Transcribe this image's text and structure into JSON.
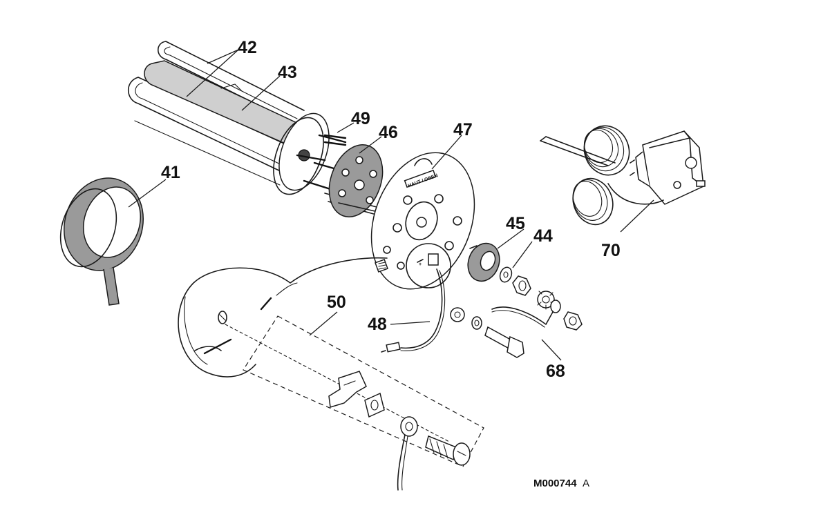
{
  "callouts": {
    "c41": "41",
    "c42": "42",
    "c43": "43",
    "c44": "44",
    "c45": "45",
    "c46": "46",
    "c47": "47",
    "c48": "48",
    "c49": "49",
    "c50": "50",
    "c68": "68",
    "c70": "70"
  },
  "drawing_ref": {
    "code": "M000744",
    "suffix": "A"
  },
  "flange_label": "HAUT / OBEN",
  "colors": {
    "ink": "#1a1a1a",
    "grey_fill": "#9a9a9a",
    "light_grey_fill": "#cfcfcf",
    "background": "#ffffff"
  }
}
